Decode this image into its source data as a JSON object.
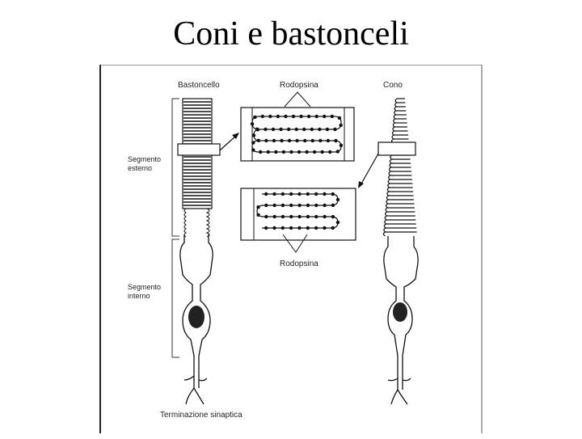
{
  "slide": {
    "title": "Coni e bastonceli"
  },
  "figure": {
    "labels": {
      "rod": "Bastoncello",
      "cone": "Cono",
      "rhodopsin_top": "Rodopsina",
      "rhodopsin_bottom": "Rodopsina",
      "outer_segment": [
        "Segmento",
        "esterno"
      ],
      "inner_segment": [
        "Segmento",
        "interno"
      ],
      "synaptic_terminal": "Terminazione sinaptica"
    }
  }
}
